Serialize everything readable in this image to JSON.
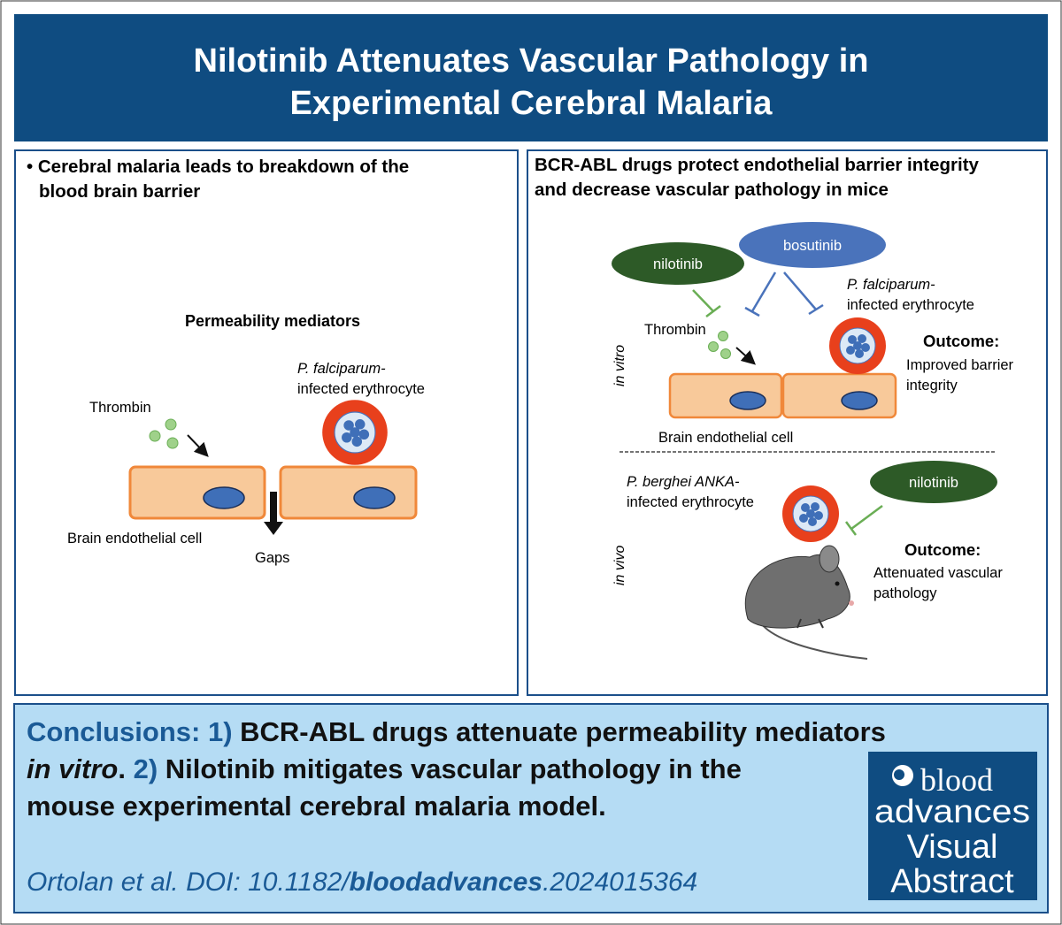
{
  "title": {
    "line1": "Nilotinib Attenuates Vascular Pathology in",
    "line2": "Experimental Cerebral Malaria"
  },
  "left_panel": {
    "heading_line1": "• Cerebral malaria leads to breakdown of the",
    "heading_line2": "blood brain barrier",
    "subheading": "Permeability mediators",
    "thrombin": "Thrombin",
    "pf_line1": "P. falciparum-",
    "pf_line2": "infected erythrocyte",
    "cell_label": "Brain endothelial cell",
    "gaps": "Gaps"
  },
  "right_panel": {
    "heading_line1": "BCR-ABL drugs protect endothelial barrier integrity",
    "heading_line2": "and decrease vascular pathology in mice",
    "nilotinib": "nilotinib",
    "bosutinib": "bosutinib",
    "pf_line1": "P. falciparum-",
    "pf_line2": "infected erythrocyte",
    "thrombin": "Thrombin",
    "in_vitro": "in vitro",
    "outcome1_title": "Outcome:",
    "outcome1_line1": "Improved barrier",
    "outcome1_line2": "integrity",
    "cell_label": "Brain endothelial cell",
    "pb_line1": "P. berghei ANKA-",
    "pb_line2": "infected erythrocyte",
    "nilotinib2": "nilotinib",
    "in_vivo": "in vivo",
    "outcome2_title": "Outcome:",
    "outcome2_line1": "Attenuated vascular",
    "outcome2_line2": "pathology"
  },
  "conclusions": {
    "label": "Conclusions: 1)",
    "part1": " BCR-ABL drugs attenuate permeability mediators",
    "in_vitro": "in vitro",
    "dot": ".",
    "num2": " 2)",
    "part2": " Nilotinib mitigates vascular pathology in the",
    "line3": "mouse experimental cerebral malaria model.",
    "citation_prefix": "Ortolan et al. DOI: 10.1182/",
    "citation_journal": "bloodadvances",
    "citation_suffix": ".2024015364"
  },
  "logo": {
    "line1": "blood",
    "line2": "advances",
    "line3": "Visual",
    "line4": "Abstract"
  },
  "colors": {
    "navy": "#0f4c81",
    "light_blue": "#b5dcf4",
    "green": "#2d5a27",
    "blue": "#4a73bb",
    "rbc": "#e8401c",
    "cell": "#f8c99a"
  }
}
